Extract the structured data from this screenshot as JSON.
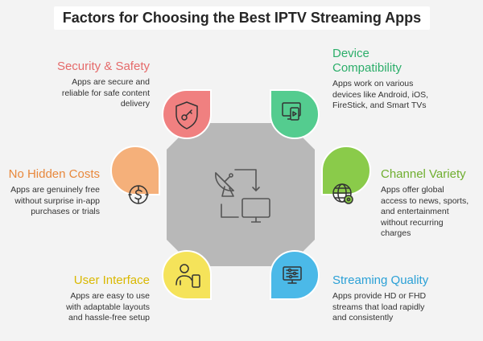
{
  "title": "Factors for Choosing the Best IPTV Streaming Apps",
  "center_icons": [
    "satellite-dish-icon",
    "monitor-icon"
  ],
  "factors": {
    "security": {
      "title": "Security & Safety",
      "description": "Apps are secure and\nreliable for safe content\ndelivery",
      "color": "#f08080",
      "icon": "shield-key-icon"
    },
    "device": {
      "title": "Device\nCompatibility",
      "description": "Apps work on various\ndevices like Android, iOS,\nFireStick, and Smart TVs",
      "color": "#54cc8f",
      "icon": "devices-icon"
    },
    "hidden_costs": {
      "title": "No Hidden Costs",
      "description": "Apps are genuinely free\nwithout surprise in-app\npurchases or trials",
      "color": "#f5b07a",
      "icon": "dollar-icon"
    },
    "channel": {
      "title": "Channel Variety",
      "description": "Apps offer global\naccess to news, sports,\nand entertainment\nwithout recurring\ncharges",
      "color": "#8acb4a",
      "icon": "globe-gear-icon"
    },
    "ui": {
      "title": "User Interface",
      "description": "Apps are easy to use\nwith adaptable layouts\nand hassle-free setup",
      "color": "#f5e35a",
      "icon": "user-phone-icon"
    },
    "quality": {
      "title": "Streaming Quality",
      "description": "Apps provide HD or FHD\nstreams that load rapidly\nand consistently",
      "color": "#4bb9e8",
      "icon": "monitor-settings-icon"
    }
  }
}
